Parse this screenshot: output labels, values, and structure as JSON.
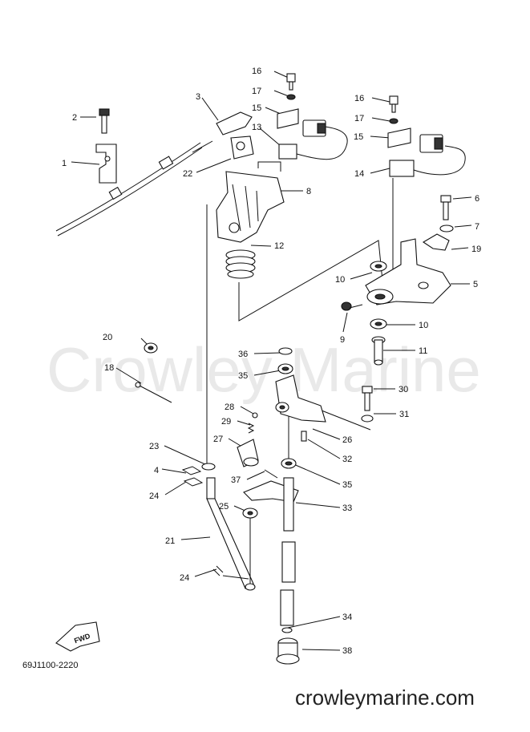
{
  "watermark": "Crowley Marine",
  "footer_url": "crowleymarine.com",
  "diagram_code": "69J1100-2220",
  "fwd_label": "FWD",
  "callouts": [
    "1",
    "2",
    "3",
    "4",
    "5",
    "6",
    "7",
    "8",
    "9",
    "10",
    "10",
    "11",
    "12",
    "13",
    "14",
    "15",
    "15",
    "16",
    "16",
    "17",
    "17",
    "18",
    "19",
    "20",
    "21",
    "22",
    "23",
    "24",
    "24",
    "25",
    "26",
    "27",
    "28",
    "29",
    "30",
    "31",
    "32",
    "33",
    "34",
    "35",
    "35",
    "36",
    "37",
    "38"
  ]
}
